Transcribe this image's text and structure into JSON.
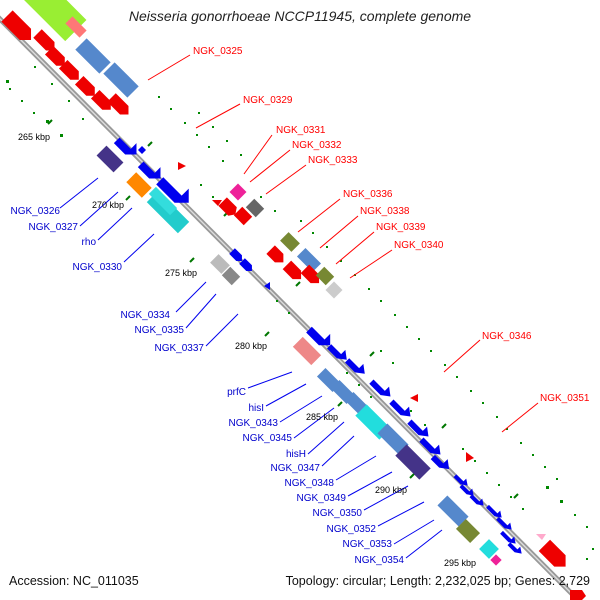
{
  "title": "Neisseria gonorrhoeae NCCP11945, complete genome",
  "footer": {
    "accession": "Accession: NC_011035",
    "topology": "Topology: circular; Length: 2,232,025 bp; Genes: 2,729"
  },
  "ruler_labels": [
    "265 kbp",
    "270 kbp",
    "275 kbp",
    "280 kbp",
    "285 kbp",
    "290 kbp",
    "295 kbp"
  ],
  "colors": {
    "forward_label": "#ff0000",
    "reverse_label": "#0000cc",
    "backbone": "#888888",
    "tick": "#008800"
  },
  "forward_genes": [
    "NGK_0325",
    "NGK_0329",
    "NGK_0331",
    "NGK_0332",
    "NGK_0333",
    "NGK_0336",
    "NGK_0338",
    "NGK_0339",
    "NGK_0340",
    "NGK_0346",
    "NGK_0351"
  ],
  "reverse_genes": [
    "NGK_0326",
    "NGK_0327",
    "rho",
    "NGK_0330",
    "NGK_0334",
    "NGK_0335",
    "NGK_0337",
    "prfC",
    "hisI",
    "NGK_0343",
    "NGK_0345",
    "hisH",
    "NGK_0347",
    "NGK_0348",
    "NGK_0349",
    "NGK_0350",
    "NGK_0352",
    "NGK_0353",
    "NGK_0354"
  ]
}
